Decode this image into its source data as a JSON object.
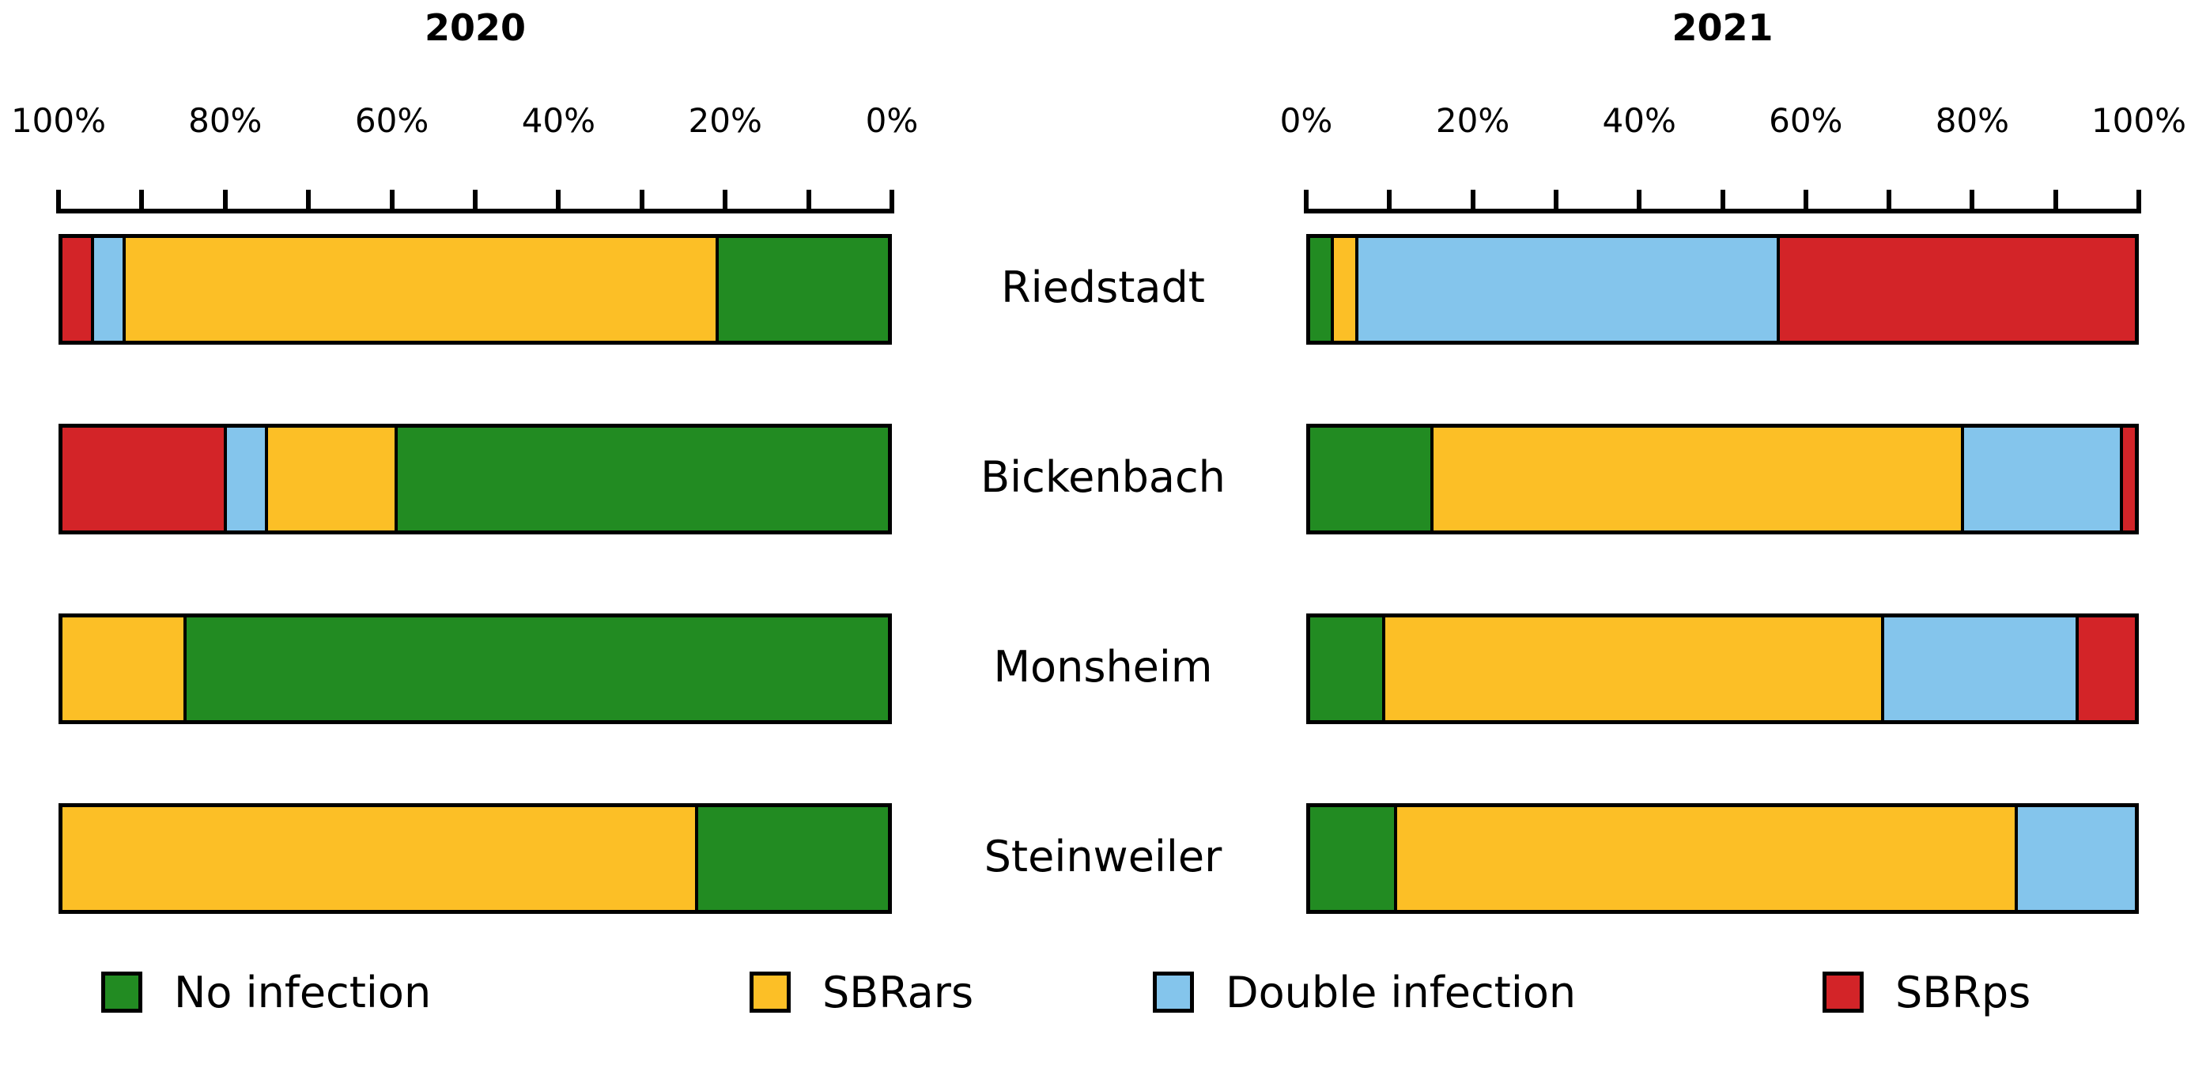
{
  "panels": {
    "left": {
      "title": "2020",
      "tick_labels": [
        "100%",
        "80%",
        "60%",
        "40%",
        "20%",
        "0%"
      ],
      "direction": "reversed"
    },
    "right": {
      "title": "2021",
      "tick_labels": [
        "0%",
        "20%",
        "40%",
        "60%",
        "80%",
        "100%"
      ],
      "direction": "normal"
    }
  },
  "categories": [
    "Riedstadt",
    "Bickenbach",
    "Monsheim",
    "Steinweiler"
  ],
  "legend": [
    {
      "label": "No infection",
      "color": "#228B22"
    },
    {
      "label": "SBRars",
      "color": "#FCBF26"
    },
    {
      "label": "Double infection",
      "color": "#84C5EC"
    },
    {
      "label": "SBRps",
      "color": "#D32428"
    }
  ],
  "colors": {
    "no_infection": "#228B22",
    "sbrars": "#FCBF26",
    "double_infection": "#84C5EC",
    "sbrps": "#D32428",
    "outline": "#000000",
    "background": "#FFFFFF"
  },
  "chart_data": {
    "type": "bar",
    "orientation": "horizontal",
    "stacked": true,
    "normalized": true,
    "title": "",
    "xlabel": "",
    "ylabel": "",
    "xlim": [
      0,
      100
    ],
    "grid": false,
    "legend_position": "bottom",
    "categories": [
      "Riedstadt",
      "Bickenbach",
      "Monsheim",
      "Steinweiler"
    ],
    "series_names": [
      "No infection",
      "SBRars",
      "Double infection",
      "SBRps"
    ],
    "panels": [
      {
        "name": "2020",
        "axis_direction": "right-to-left",
        "tick_values": [
          100,
          80,
          60,
          40,
          20,
          0
        ],
        "tick_labels": [
          "100%",
          "80%",
          "60%",
          "40%",
          "20%",
          "0%"
        ],
        "minor_tick_values": [
          100,
          90,
          80,
          70,
          60,
          50,
          40,
          30,
          20,
          10,
          0
        ],
        "bars": [
          {
            "category": "Riedstadt",
            "stack_order": [
              "SBRps",
              "Double infection",
              "SBRars",
              "No infection"
            ],
            "values": {
              "SBRps": 3.8,
              "Double infection": 3.9,
              "No infection": 20.5,
              "SBRars": 71.8
            }
          },
          {
            "category": "Bickenbach",
            "stack_order": [
              "SBRps",
              "Double infection",
              "SBRars",
              "No infection"
            ],
            "values": {
              "SBRps": 19.9,
              "Double infection": 5.0,
              "SBRars": 15.7,
              "No infection": 59.4
            }
          },
          {
            "category": "Monsheim",
            "stack_order": [
              "SBRars",
              "No infection"
            ],
            "values": {
              "SBRps": 0,
              "Double infection": 0,
              "SBRars": 15.0,
              "No infection": 85.0
            }
          },
          {
            "category": "Steinweiler",
            "stack_order": [
              "SBRars",
              "No infection"
            ],
            "values": {
              "SBRps": 0,
              "Double infection": 0,
              "SBRars": 77.0,
              "No infection": 23.0
            }
          }
        ]
      },
      {
        "name": "2021",
        "axis_direction": "left-to-right",
        "tick_values": [
          0,
          20,
          40,
          60,
          80,
          100
        ],
        "tick_labels": [
          "0%",
          "20%",
          "40%",
          "60%",
          "80%",
          "100%"
        ],
        "minor_tick_values": [
          0,
          10,
          20,
          30,
          40,
          50,
          60,
          70,
          80,
          90,
          100
        ],
        "bars": [
          {
            "category": "Riedstadt",
            "stack_order": [
              "No infection",
              "SBRars",
              "Double infection",
              "SBRps"
            ],
            "values": {
              "No infection": 2.9,
              "SBRars": 2.9,
              "Double infection": 51.1,
              "SBRps": 43.1
            }
          },
          {
            "category": "Bickenbach",
            "stack_order": [
              "No infection",
              "SBRars",
              "Double infection",
              "SBRps"
            ],
            "values": {
              "No infection": 15.0,
              "SBRars": 64.3,
              "Double infection": 19.3,
              "SBRps": 1.4
            }
          },
          {
            "category": "Monsheim",
            "stack_order": [
              "No infection",
              "SBRars",
              "Double infection",
              "SBRps"
            ],
            "values": {
              "No infection": 9.1,
              "SBRars": 60.5,
              "Double infection": 23.6,
              "SBRps": 6.8
            }
          },
          {
            "category": "Steinweiler",
            "stack_order": [
              "No infection",
              "SBRars",
              "Double infection"
            ],
            "values": {
              "No infection": 10.5,
              "SBRars": 75.3,
              "Double infection": 14.2,
              "SBRps": 0
            }
          }
        ]
      }
    ]
  }
}
